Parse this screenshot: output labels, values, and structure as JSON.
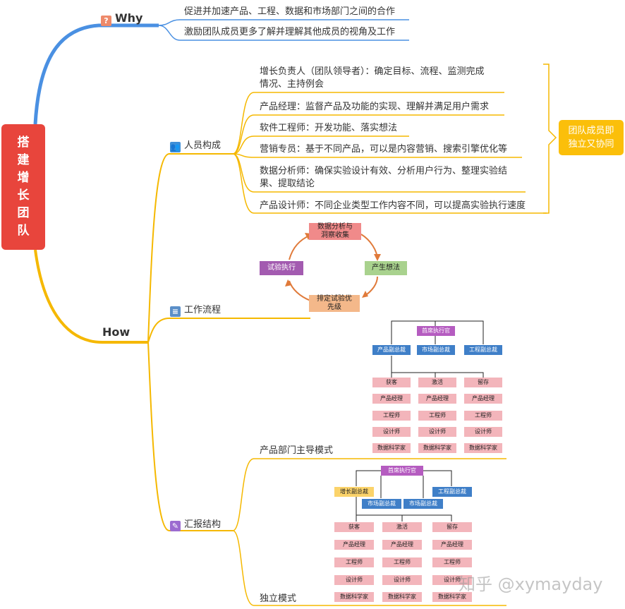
{
  "root": {
    "title": "搭建增长团队",
    "chars": [
      "搭",
      "建",
      "增",
      "长",
      "团",
      "队"
    ]
  },
  "why": {
    "label": "Why",
    "icon": "question-icon",
    "items": [
      "促进并加速产品、工程、数据和市场部门之间的合作",
      "激励团队成员更多了解并理解其他成员的视角及工作"
    ]
  },
  "how": {
    "label": "How",
    "members": {
      "label": "人员构成",
      "icon": "people-icon",
      "items": [
        [
          "增长负责人（团队领导者）：确定目标、流程、监测完成",
          "情况、主持例会"
        ],
        [
          "产品经理：监督产品及功能的实现、理解并满足用户需求"
        ],
        [
          "软件工程师：开发功能、落实想法"
        ],
        [
          "营销专员：基于不同产品，可以是内容营销、搜索引擎优化等"
        ],
        [
          "数据分析师：确保实验设计有效、分析用户行为、整理实验结",
          "果、提取结论"
        ],
        [
          "产品设计师：不同企业类型工作内容不同，可以提高实验执行速度"
        ]
      ],
      "summary": [
        "团队成员即",
        "独立又协同"
      ]
    },
    "workflow": {
      "label": "工作流程",
      "icon": "document-icon",
      "cycle": {
        "top": [
          "数据分析与",
          "洞察收集"
        ],
        "right": [
          "产生想法"
        ],
        "bottom": [
          "排定试验优",
          "先级"
        ],
        "left": [
          "试验执行"
        ]
      }
    },
    "reporting": {
      "label": "汇报结构",
      "icon": "pencil-icon",
      "product_led": {
        "label": "产品部门主导模式",
        "ceo": "首席执行官",
        "vps": [
          "产品副总裁",
          "市场副总裁",
          "工程副总裁"
        ],
        "columns": [
          [
            "获客",
            "产品经理",
            "工程师",
            "设计师",
            "数据科学家"
          ],
          [
            "激活",
            "产品经理",
            "工程师",
            "设计师",
            "数据科学家"
          ],
          [
            "留存",
            "产品经理",
            "工程师",
            "设计师",
            "数据科学家"
          ]
        ]
      },
      "independent": {
        "label": "独立模式",
        "ceo": "首席执行官",
        "growth_vp": "增长副总裁",
        "eng_vp": "工程副总裁",
        "vps": [
          "市场副总裁",
          "市场副总裁"
        ],
        "columns": [
          [
            "获客",
            "产品经理",
            "工程师",
            "设计师",
            "数据科学家"
          ],
          [
            "激活",
            "产品经理",
            "工程师",
            "设计师",
            "数据科学家"
          ],
          [
            "留存",
            "产品经理",
            "工程师",
            "设计师",
            "数据科学家"
          ]
        ]
      }
    }
  },
  "watermark": "知乎 @xymayday",
  "colors": {
    "root": "#e8453c",
    "why_line": "#4a90e2",
    "how_line": "#f5b800",
    "badge": "#fbbf0a"
  }
}
